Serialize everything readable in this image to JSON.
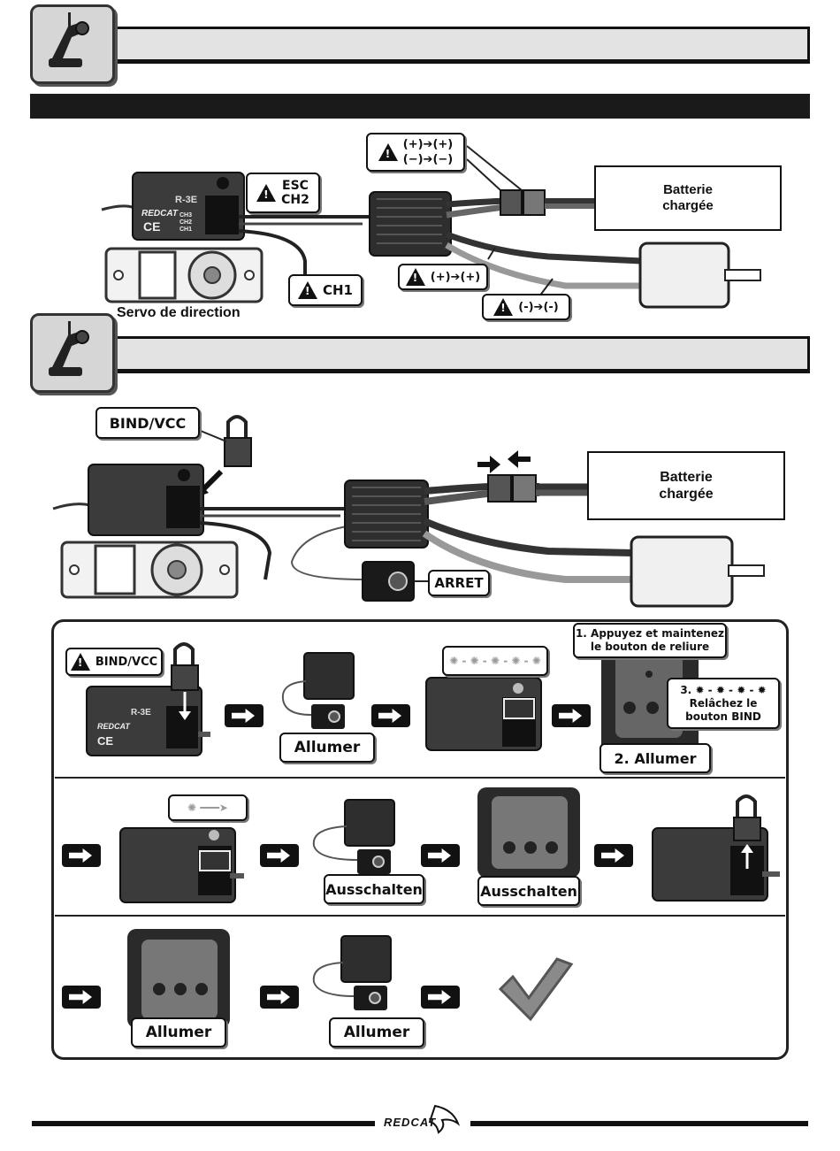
{
  "section1": {
    "label_esc": [
      "ESC",
      "CH2"
    ],
    "label_ch1": "CH1",
    "label_polarity_top": [
      "(+)",
      "(+)",
      "(−)",
      "(−)"
    ],
    "label_plus": [
      "(+)",
      "(+)"
    ],
    "label_minus": [
      "(-)",
      "(-)"
    ],
    "battery": [
      "Batterie",
      "chargée"
    ],
    "servo": "Servo de direction"
  },
  "section2": {
    "bind_vcc": "BIND/VCC",
    "battery": [
      "Batterie",
      "chargée"
    ],
    "arret": "ARRET"
  },
  "steps": {
    "bind_vcc": "BIND/VCC",
    "allumer": "Allumer",
    "step1": [
      "1. Appuyez et maintenez",
      "le bouton de reliure"
    ],
    "step2": "2. Allumer",
    "step3": [
      "3.",
      "Relâchez le",
      "bouton BIND"
    ],
    "ausschalten_esc": "Ausschalten",
    "ausschalten_tx": "Ausschalten",
    "allumer_tx": "Allumer",
    "allumer_esc": "Allumer"
  },
  "receiver": {
    "model": "R-3E",
    "brand": "REDCAT",
    "ch3": "CH3",
    "ch2": "CH2",
    "ch1": "CH1",
    "ce": "CE"
  },
  "footer": {
    "brand": "REDCAT"
  }
}
